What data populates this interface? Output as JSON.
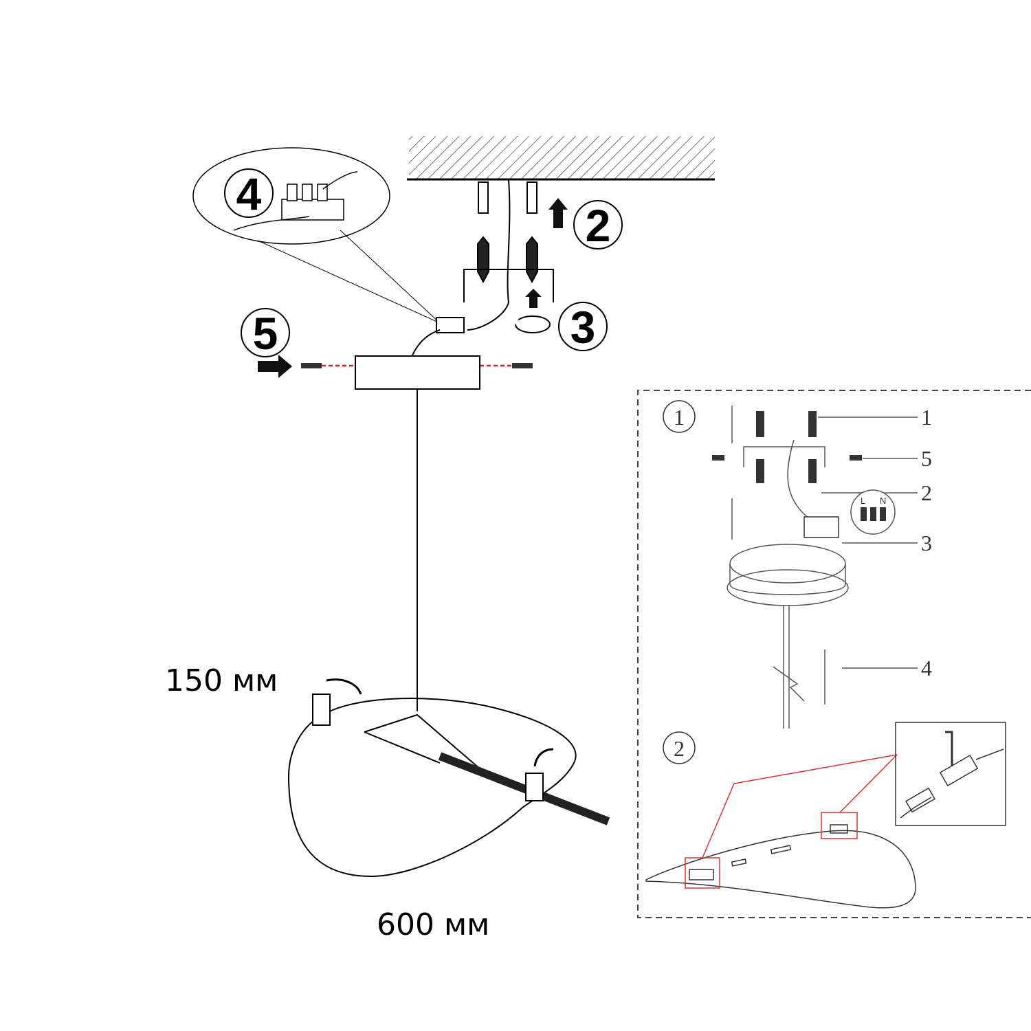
{
  "main_diagram": {
    "steps": [
      "2",
      "3",
      "4",
      "5"
    ],
    "dimension_height": "150 мм",
    "dimension_width": "600 мм"
  },
  "detail_panel": {
    "sections": [
      "1",
      "2"
    ],
    "callouts": [
      "1",
      "5",
      "2",
      "3",
      "4"
    ],
    "terminal_labels": {
      "live": "L",
      "neutral": "N"
    }
  },
  "colors": {
    "line": "#000000",
    "highlight": "#e03030",
    "dashed_line": "#d02020"
  }
}
